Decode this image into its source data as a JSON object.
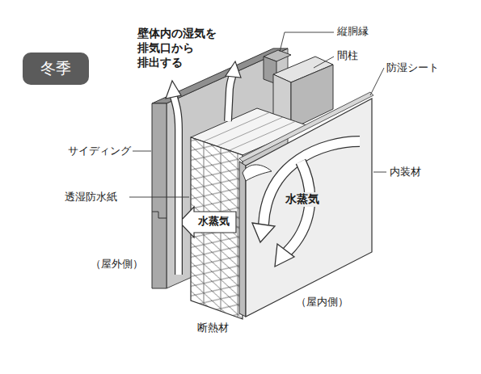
{
  "diagram": {
    "nodes": [
      {
        "text": [
          "冬季"
        ]
      }
    ],
    "labels": [
      "壁体内の湿気を 排気口から 排出する",
      "縦胴縁",
      "間柱",
      "防湿シート",
      "サイディング",
      "内装材",
      "透湿防水紙",
      "水蒸気",
      "水蒸気",
      "（屋外側）",
      "断熱材",
      "（屋内側）"
    ]
  }
}
